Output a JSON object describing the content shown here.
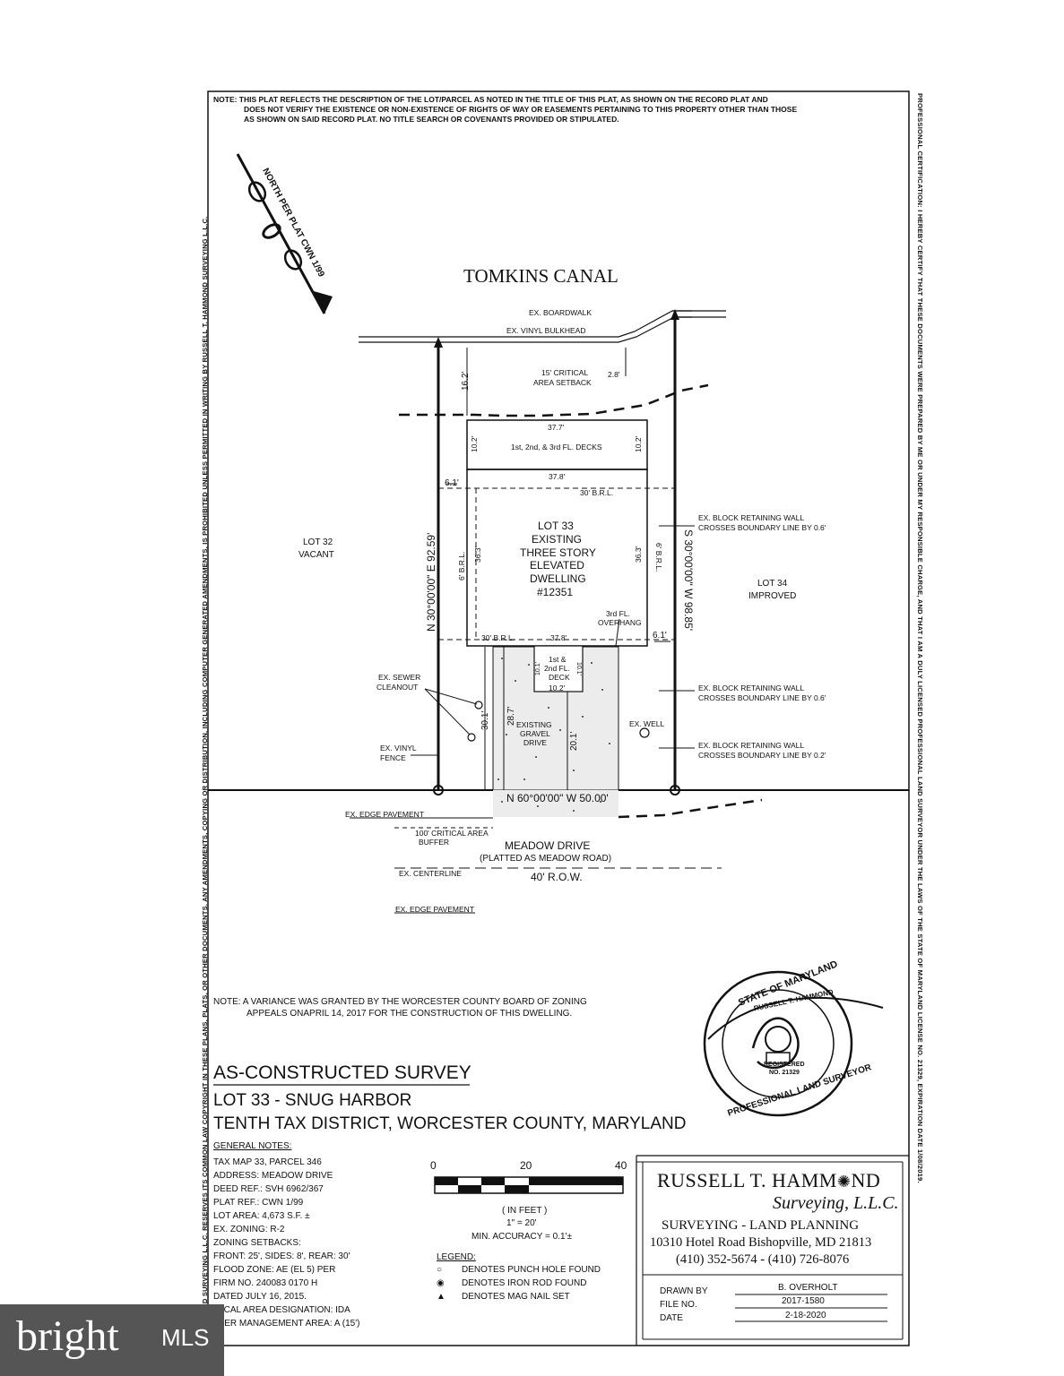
{
  "note_top": [
    "NOTE: THIS PLAT REFLECTS THE DESCRIPTION OF THE LOT/PARCEL AS NOTED IN THE TITLE OF THIS PLAT, AS SHOWN ON THE RECORD PLAT AND",
    "DOES NOT VERIFY THE EXISTENCE OR NON-EXISTENCE OF RIGHTS OF WAY OR EASEMENTS PERTAINING TO THIS PROPERTY OTHER THAN THOSE",
    "AS SHOWN ON SAID RECORD PLAT. NO TITLE SEARCH OR COVENANTS PROVIDED OR STIPULATED."
  ],
  "left_margin_text": "T. HAMMOND SURVEYING L.L.C. RESERVES ITS COMMON LAW COPYRIGHT IN THESE PLANS, PLATS, OR OTHER DOCUMENTS. ANY AMENDMENTS, COPYING OR DISTRIBUTION, INCLUDING COMPUTER GENERATED AMENDMENTS, IS PROHIBITED UNLESS PERMITTED IN WRITING BY RUSSELL T. HAMMOND SURVEYING L.L.C.",
  "right_margin_text": "PROFESSIONAL CERTIFICATION: I HEREBY CERTIFY THAT THESE DOCUMENTS WERE PREPARED BY ME OR UNDER MY RESPONSIBLE CHARGE, AND THAT I AM A DULY LICENSED PROFESSIONAL LAND SURVEYOR UNDER THE LAWS OF THE STATE OF MARYLAND LICENSE NO. 21329, EXPIRATION DATE 1/08/2019.",
  "north_arrow": "NORTH PER PLAT CWN 1/99",
  "canal": "TOMKINS CANAL",
  "labels": {
    "boardwalk": "EX. BOARDWALK",
    "bulkhead": "EX. VINYL BULKHEAD",
    "critical_setback_1": "15' CRITICAL",
    "critical_setback_2": "AREA SETBACK",
    "dim_16_2": "16.2'",
    "dim_2_8": "2.8'",
    "dim_37_7": "37.7'",
    "decks": "1st, 2nd, & 3rd FL. DECKS",
    "dim_10_2a": "10.2'",
    "dim_10_2b": "10.2'",
    "dim_37_8a": "37.8'",
    "brl_30_top": "30' B.R.L.",
    "dim_6_1a": "6.1'",
    "lot33": "LOT 33",
    "existing": "EXISTING",
    "three_story": "THREE STORY",
    "elevated": "ELEVATED",
    "dwelling": "DWELLING",
    "address_no": "#12351",
    "brl_6_left": "6' B.R.L.",
    "brl_6_right": "6' B.R.L.",
    "dim_36_3a": "36.3'",
    "dim_36_3b": "36.3'",
    "overhang_1": "3rd FL.",
    "overhang_2": "OVERHANG",
    "brl_30_bottom": "30' B.R.L.",
    "dim_37_8b": "37.8'",
    "dim_6_1b": "6.1'",
    "deck2_1": "1st &",
    "deck2_2": "2nd FL.",
    "deck2_3": "DECK",
    "dim_10_2c": "10.2'",
    "dim_10_1a": "10.1'",
    "dim_10_1b": "10.1'",
    "lot32_1": "LOT 32",
    "lot32_2": "VACANT",
    "lot34_1": "LOT 34",
    "lot34_2": "IMPROVED",
    "west_line": "N 30°00'00\" E  92.59'",
    "east_line": "S 30°00'00\" W  98.85'",
    "wall1_1": "EX. BLOCK RETAINING WALL",
    "wall1_2": "CROSSES BOUNDARY LINE BY 0.6'",
    "wall2_1": "EX. BLOCK RETAINING WALL",
    "wall2_2": "CROSSES BOUNDARY LINE BY 0.6'",
    "wall3_1": "EX. BLOCK RETAINING WALL",
    "wall3_2": "CROSSES BOUNDARY LINE BY 0.2'",
    "sewer_1": "EX. SEWER",
    "sewer_2": "CLEANOUT",
    "fence_1": "EX. VINYL",
    "fence_2": "FENCE",
    "dim_30_1": "30.1'",
    "dim_28_7": "28.7'",
    "gravel_1": "EXISTING",
    "gravel_2": "GRAVEL",
    "gravel_3": "DRIVE",
    "dim_20_1": "20.1'",
    "well": "EX. WELL",
    "front_line": "N 60°00'00\" W  50.00'",
    "edge_pavement_1": "EX. EDGE PAVEMENT",
    "buffer_1": "100' CRITICAL AREA",
    "buffer_2": "BUFFER",
    "meadow": "MEADOW DRIVE",
    "platted": "(PLATTED AS MEADOW ROAD)",
    "centerline": "EX. CENTERLINE",
    "row": "40' R.O.W.",
    "edge_pavement_2": "EX. EDGE PAVEMENT"
  },
  "variance_note": [
    "NOTE: A VARIANCE WAS GRANTED BY THE WORCESTER COUNTY BOARD OF ZONING",
    "APPEALS ONAPRIL 14, 2017 FOR THE CONSTRUCTION OF THIS DWELLING."
  ],
  "seal": {
    "outer_top": "STATE OF MARYLAND",
    "outer_bottom": "PROFESSIONAL LAND SURVEYOR",
    "name": "RUSSELL T. HAMMOND",
    "registered": "REGISTERED",
    "number": "NO. 21329"
  },
  "survey_title": "AS-CONSTRUCTED SURVEY",
  "survey_lot": "LOT 33 - SNUG HARBOR",
  "survey_district": "TENTH TAX DISTRICT, WORCESTER COUNTY, MARYLAND",
  "general_notes_title": "GENERAL NOTES:",
  "general_notes": [
    "TAX MAP 33, PARCEL 346",
    "ADDRESS: MEADOW DRIVE",
    "DEED REF.: SVH 6962/367",
    "PLAT REF.: CWN 1/99",
    "LOT AREA: 4,673 S.F. ±",
    "EX. ZONING: R-2",
    "ZONING SETBACKS:",
    "FRONT: 25', SIDES: 8', REAR: 30'",
    "FLOOD ZONE: AE (EL 5) PER",
    "FIRM NO. 240083 0170 H",
    "DATED JULY 16, 2015.",
    "ITICAL AREA DESIGNATION: IDA",
    "FFER MANAGEMENT AREA: A (15')"
  ],
  "scale": {
    "ticks": [
      "0",
      "20",
      "40"
    ],
    "unit": "( IN FEET )",
    "ratio": "1\" = 20'",
    "accuracy": "MIN. ACCURACY = 0.1'±"
  },
  "legend_title": "LEGEND:",
  "legend": [
    {
      "symbol": "○",
      "text": "DENOTES PUNCH HOLE FOUND"
    },
    {
      "symbol": "◉",
      "text": "DENOTES IRON ROD FOUND"
    },
    {
      "symbol": "▲",
      "text": "DENOTES MAG NAIL SET"
    }
  ],
  "company": {
    "name": "RUSSELL T. HAMM",
    "name_end": "ND",
    "script": "Surveying, L.L.C.",
    "services": "SURVEYING  -  LAND PLANNING",
    "address": "10310 Hotel Road  Bishopville, MD 21813",
    "phones": "(410) 352-5674  -  (410) 726-8076"
  },
  "drawn_by_label": "DRAWN BY",
  "drawn_by": "B. OVERHOLT",
  "file_no_label": "FILE NO.",
  "file_no": "2017-1580",
  "date_label": "DATE",
  "date": "2-18-2020",
  "watermark": {
    "brand": "bright",
    "suffix": "MLS"
  }
}
